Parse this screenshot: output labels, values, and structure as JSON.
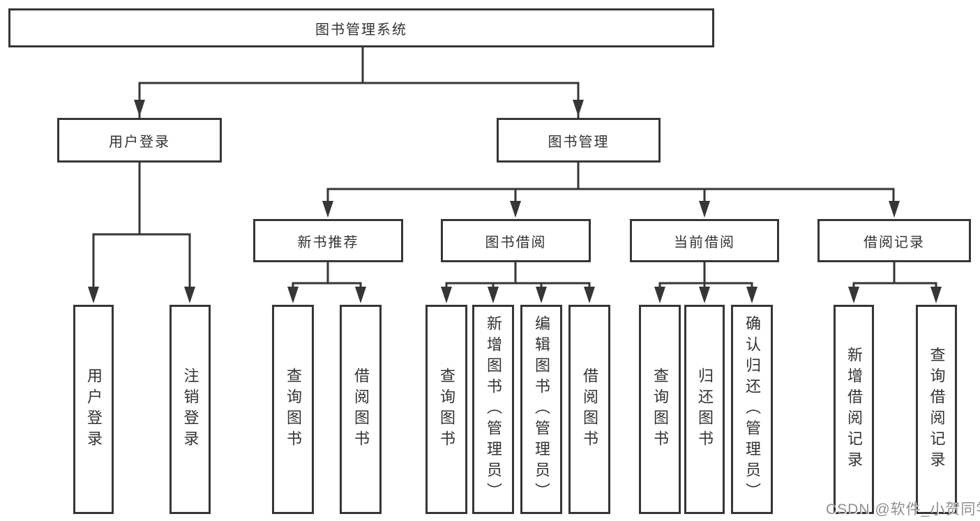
{
  "diagram": {
    "root": {
      "label": "图书管理系统"
    },
    "branches": [
      {
        "label": "用户登录",
        "leaves": [
          "用户登录",
          "注销登录"
        ]
      },
      {
        "label": "图书管理",
        "groups": [
          {
            "label": "新书推荐",
            "leaves": [
              "查询图书",
              "借阅图书"
            ]
          },
          {
            "label": "图书借阅",
            "leaves": [
              "查询图书",
              "新增图书（管理员）",
              "编辑图书（管理员）",
              "借阅图书"
            ]
          },
          {
            "label": "当前借阅",
            "leaves": [
              "查询图书",
              "归还图书",
              "确认归还（管理员）"
            ]
          },
          {
            "label": "借阅记录",
            "leaves": [
              "新增借阅记录",
              "查询借阅记录"
            ]
          }
        ]
      }
    ]
  },
  "watermark": {
    "text": "CSDN @软件_小贺同学"
  },
  "colors": {
    "line": "#363636",
    "text": "#333333",
    "background": "#ffffff",
    "watermark": "#8f8f8f"
  }
}
